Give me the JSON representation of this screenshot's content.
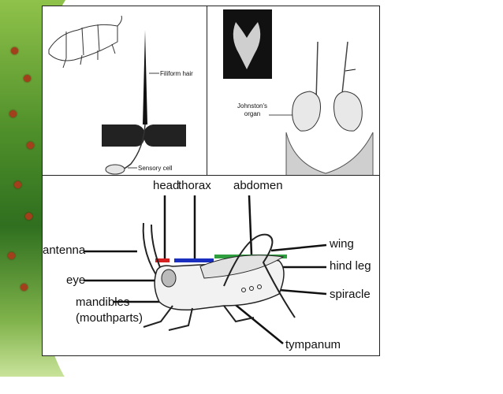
{
  "panels": {
    "hair": {
      "filiform_label": "Filiform hair",
      "sensory_label": "Sensory cell"
    },
    "johnston": {
      "organ_label_line1": "Johnston's",
      "organ_label_line2": "organ"
    },
    "grasshopper": {
      "labels": {
        "head": "head",
        "thorax": "thorax",
        "abdomen": "abdomen",
        "antenna": "antenna",
        "eye": "eye",
        "mandibles": "mandibles",
        "mouthparts": "(mouthparts)",
        "wing": "wing",
        "hind_leg": "hind leg",
        "spiracle": "spiracle",
        "tympanum": "tympanum"
      },
      "segment_colors": {
        "head": "#d42020",
        "thorax": "#1a2fc0",
        "abdomen": "#2e9e3e"
      }
    }
  }
}
